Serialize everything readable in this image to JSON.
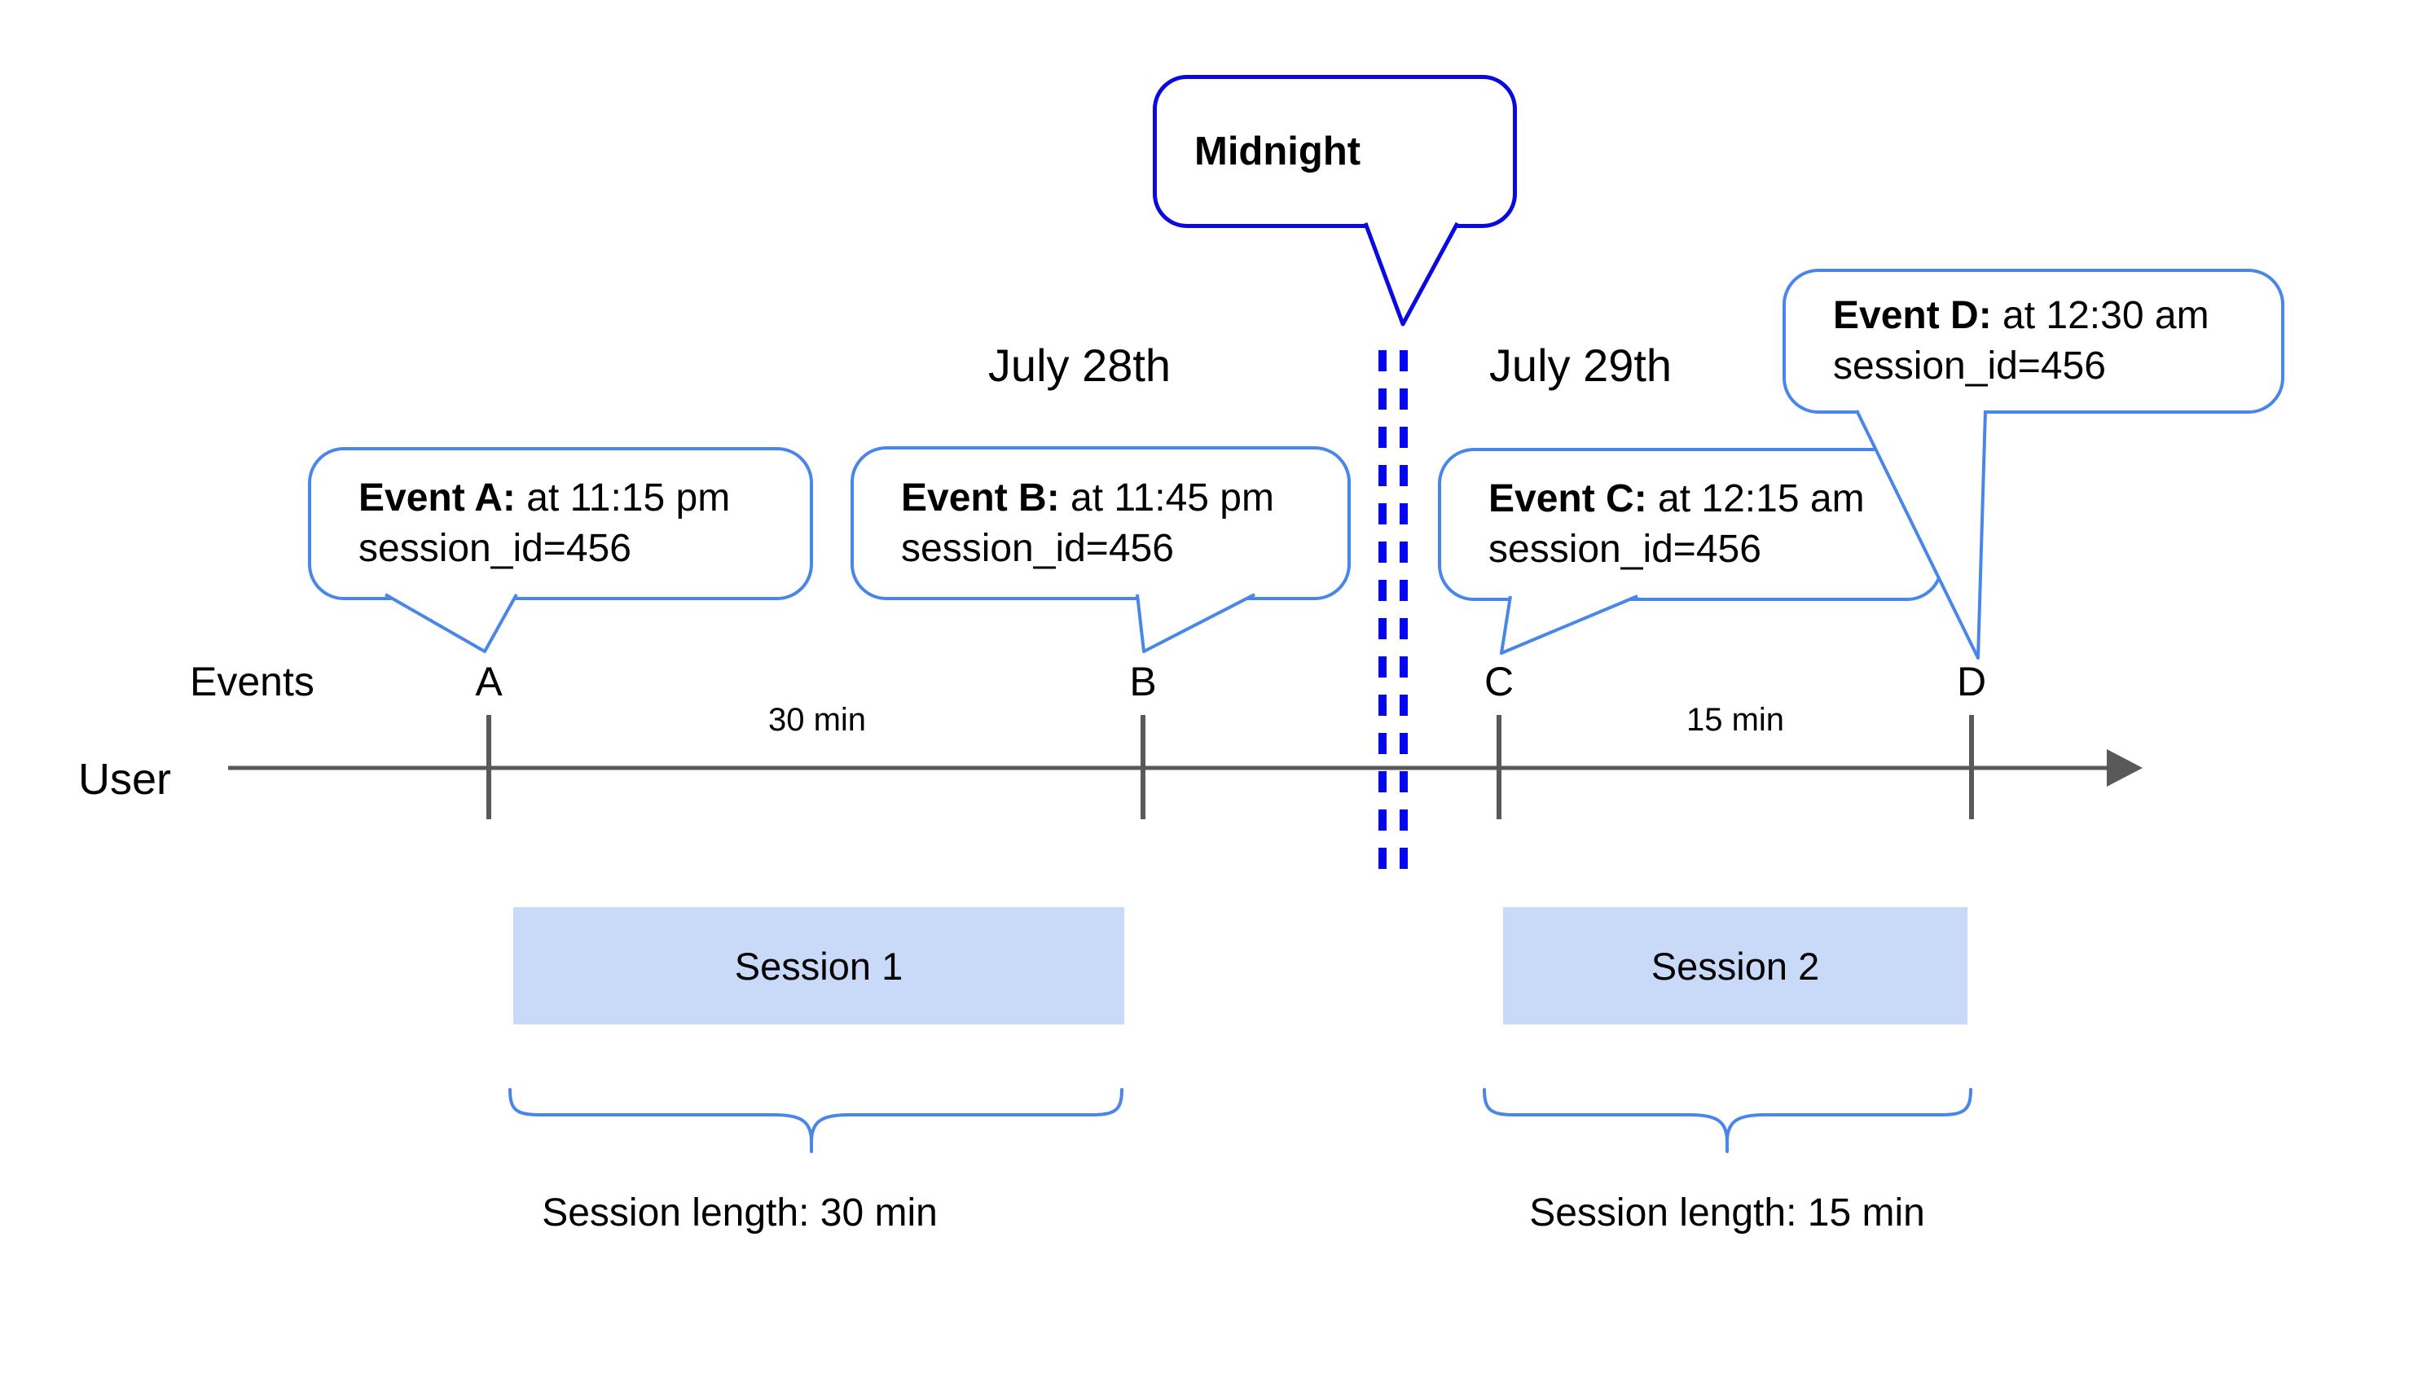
{
  "colors": {
    "event_callout_border": "#4a86e8",
    "midnight_callout_border": "#0a0ae0",
    "midnight_dashed_line": "#0707ee",
    "timeline_axis": "#595959",
    "session_box_fill": "#c9daf8",
    "brace": "#4a86e8",
    "text": "#000000"
  },
  "diagram": {
    "midnight_callout_label": "Midnight",
    "date_left": "July 28th",
    "date_right": "July 29th",
    "events_row_label": "Events",
    "user_row_label": "User",
    "callouts": [
      {
        "id": "A",
        "title": "Event A:",
        "time": "at 11:15 pm",
        "session": "session_id=456"
      },
      {
        "id": "B",
        "title": "Event B:",
        "time": "at 11:45 pm",
        "session": "session_id=456"
      },
      {
        "id": "C",
        "title": "Event C:",
        "time": "at 12:15 am",
        "session": "session_id=456"
      },
      {
        "id": "D",
        "title": "Event D:",
        "time": "at 12:30 am",
        "session": "session_id=456"
      }
    ],
    "tick_labels": [
      "A",
      "B",
      "C",
      "D"
    ],
    "interval_labels": [
      "30 min",
      "15 min"
    ],
    "sessions": [
      {
        "label": "Session 1",
        "length": "Session length: 30 min"
      },
      {
        "label": "Session 2",
        "length": "Session length: 15 min"
      }
    ]
  }
}
